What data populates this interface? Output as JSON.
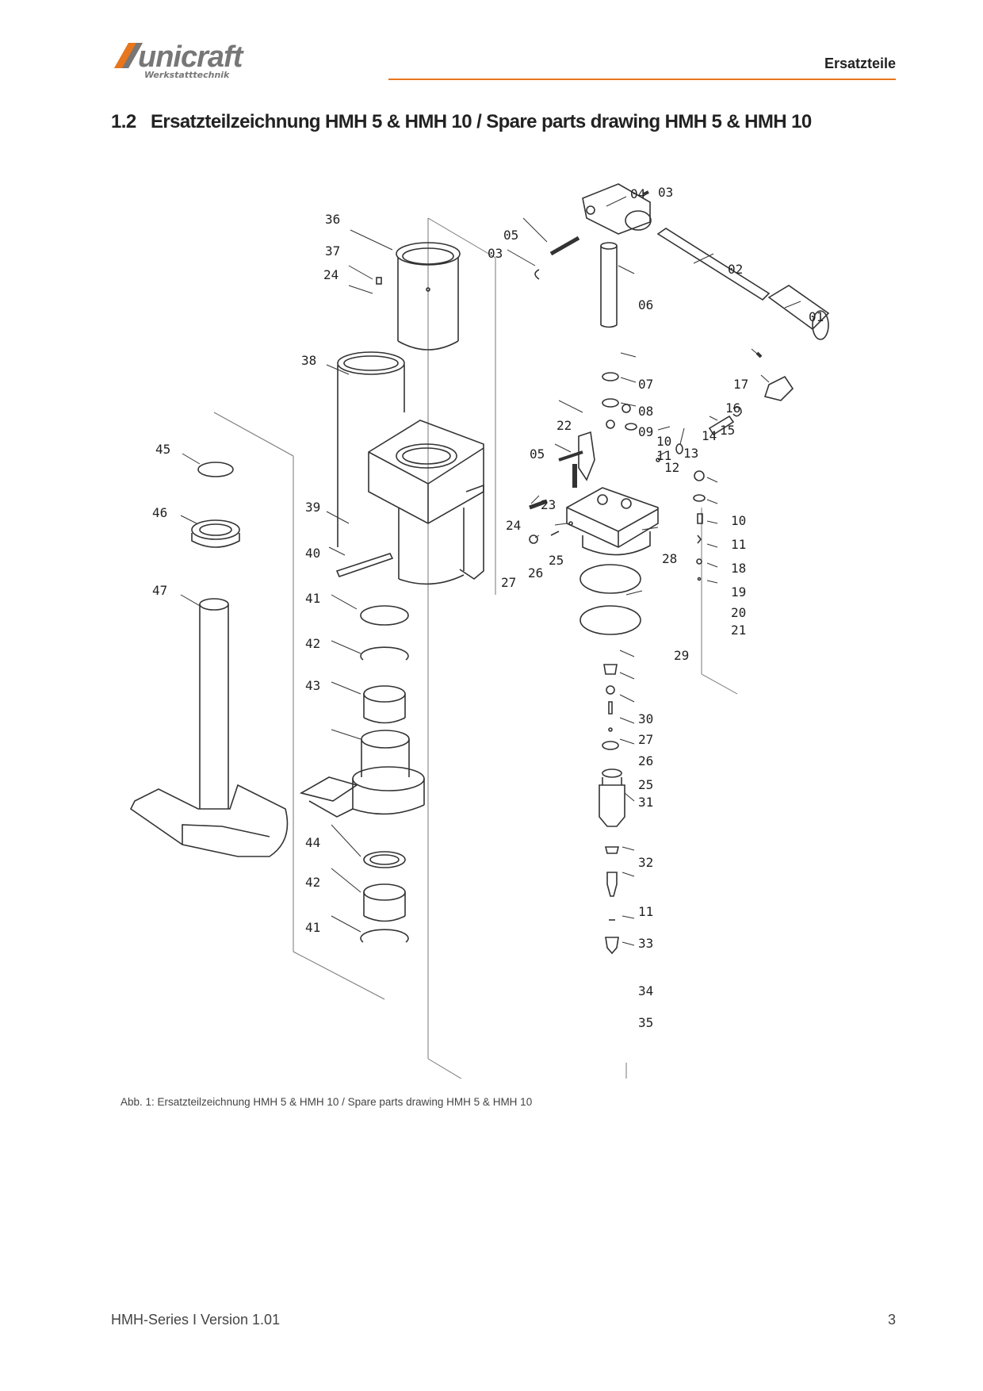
{
  "header": {
    "logo_text": "unicraft",
    "logo_subtitle": "Werkstatttechnik",
    "section_label": "Ersatzteile",
    "accent_color": "#e8761c",
    "logo_icon_color": "#777777"
  },
  "title": {
    "number": "1.2",
    "text": "Ersatzteilzeichnung HMH 5 & HMH 10 / Spare parts drawing HMH 5 & HMH 10"
  },
  "drawing": {
    "part_labels": {
      "p36": "36",
      "p37": "37",
      "p24a": "24",
      "p38": "38",
      "p45": "45",
      "p46": "46",
      "p47": "47",
      "p39": "39",
      "p40": "40",
      "p41a": "41",
      "p42a": "42",
      "p43": "43",
      "p44": "44",
      "p42b": "42",
      "p41b": "41",
      "p04": "04",
      "p03a": "03",
      "p05a": "05",
      "p03b": "03",
      "p02": "02",
      "p06": "06",
      "p01": "01",
      "p07": "07",
      "p08": "08",
      "p09": "09",
      "p17": "17",
      "p16": "16",
      "p22": "22",
      "p10a": "10",
      "p11a": "11",
      "p12": "12",
      "p13": "13",
      "p14": "14",
      "p15": "15",
      "p05b": "05",
      "p23": "23",
      "p24b": "24",
      "p25a": "25",
      "p26a": "26",
      "p27a": "27",
      "p28": "28",
      "p10b": "10",
      "p11b": "11",
      "p18": "18",
      "p19": "19",
      "p20": "20",
      "p21": "21",
      "p29": "29",
      "p30": "30",
      "p27b": "27",
      "p26b": "26",
      "p25b": "25",
      "p31": "31",
      "p32": "32",
      "p11c": "11",
      "p33": "33",
      "p34": "34",
      "p35": "35"
    }
  },
  "caption": "Abb. 1: Ersatzteilzeichnung HMH 5 & HMH 10 / Spare parts drawing HMH 5 & HMH 10",
  "footer": {
    "left": "HMH-Series I Version 1.01",
    "page_number": "3"
  }
}
